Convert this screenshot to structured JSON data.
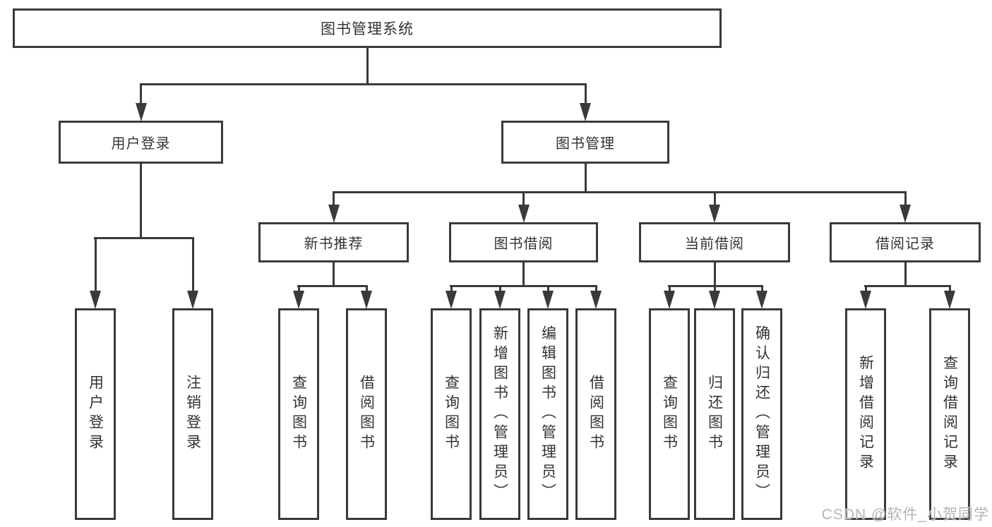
{
  "hierarchy": {
    "label": "图书管理系统",
    "children": [
      {
        "label": "用户登录",
        "children": [
          {
            "label": "用户登录"
          },
          {
            "label": "注销登录"
          }
        ]
      },
      {
        "label": "图书管理",
        "children": [
          {
            "label": "新书推荐",
            "children": [
              {
                "label": "查询图书"
              },
              {
                "label": "借阅图书"
              }
            ]
          },
          {
            "label": "图书借阅",
            "children": [
              {
                "label": "查询图书"
              },
              {
                "label": "新增图书（管理员）"
              },
              {
                "label": "编辑图书（管理员）"
              },
              {
                "label": "借阅图书"
              }
            ]
          },
          {
            "label": "当前借阅",
            "children": [
              {
                "label": "查询图书"
              },
              {
                "label": "归还图书"
              },
              {
                "label": "确认归还（管理员）"
              }
            ]
          },
          {
            "label": "借阅记录",
            "children": [
              {
                "label": "新增借阅记录"
              },
              {
                "label": "查询借阅记录"
              }
            ]
          }
        ]
      }
    ]
  },
  "watermark": {
    "text": "CSDN @软件_小贺同学"
  },
  "colors": {
    "line": "#3a3a3a",
    "text": "#333333",
    "background": "#ffffff",
    "watermark": "#b4b4b4"
  }
}
